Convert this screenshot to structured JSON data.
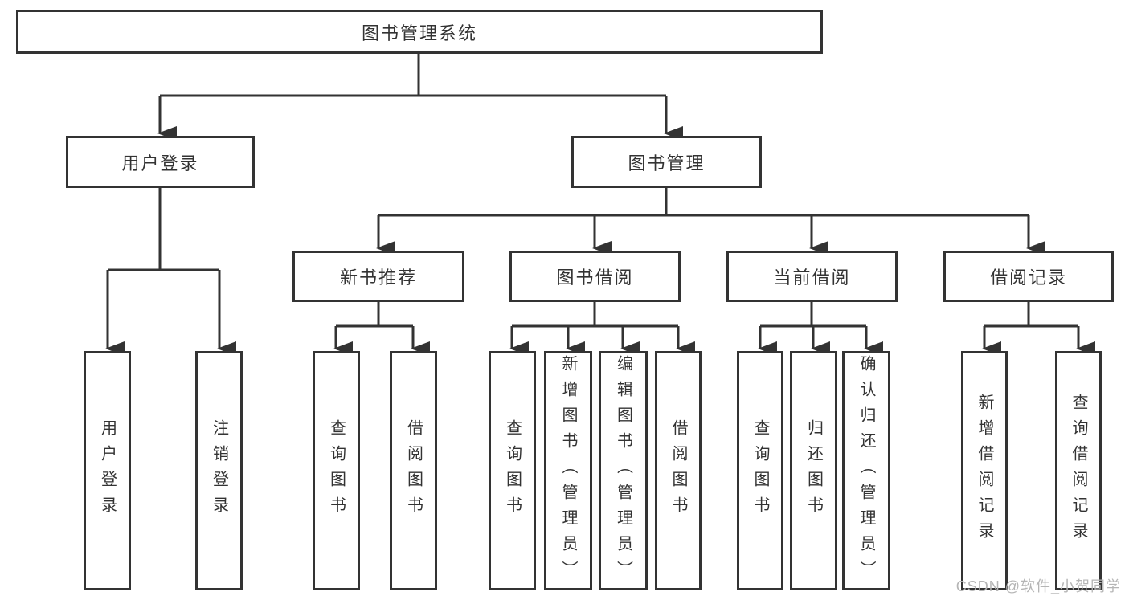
{
  "diagram": {
    "root": {
      "label": "图书管理系统"
    },
    "branches": [
      {
        "label": "用户登录",
        "children": [
          {
            "label": "用户登录"
          },
          {
            "label": "注销登录"
          }
        ]
      },
      {
        "label": "图书管理",
        "sections": [
          {
            "label": "新书推荐",
            "children": [
              {
                "label": "查询图书"
              },
              {
                "label": "借阅图书"
              }
            ]
          },
          {
            "label": "图书借阅",
            "children": [
              {
                "label": "查询图书"
              },
              {
                "label": "新增图书（管理员）"
              },
              {
                "label": "编辑图书（管理员）"
              },
              {
                "label": "借阅图书"
              }
            ]
          },
          {
            "label": "当前借阅",
            "children": [
              {
                "label": "查询图书"
              },
              {
                "label": "归还图书"
              },
              {
                "label": "确认归还（管理员）"
              }
            ]
          },
          {
            "label": "借阅记录",
            "children": [
              {
                "label": "新增借阅记录"
              },
              {
                "label": "查询借阅记录"
              }
            ]
          }
        ]
      }
    ]
  },
  "watermark": {
    "text": "CSDN @软件_小贺同学"
  },
  "colors": {
    "line": "#333333",
    "box_border": "#333333",
    "text": "#333333",
    "background": "#ffffff",
    "watermark": "#b5b5b5"
  }
}
